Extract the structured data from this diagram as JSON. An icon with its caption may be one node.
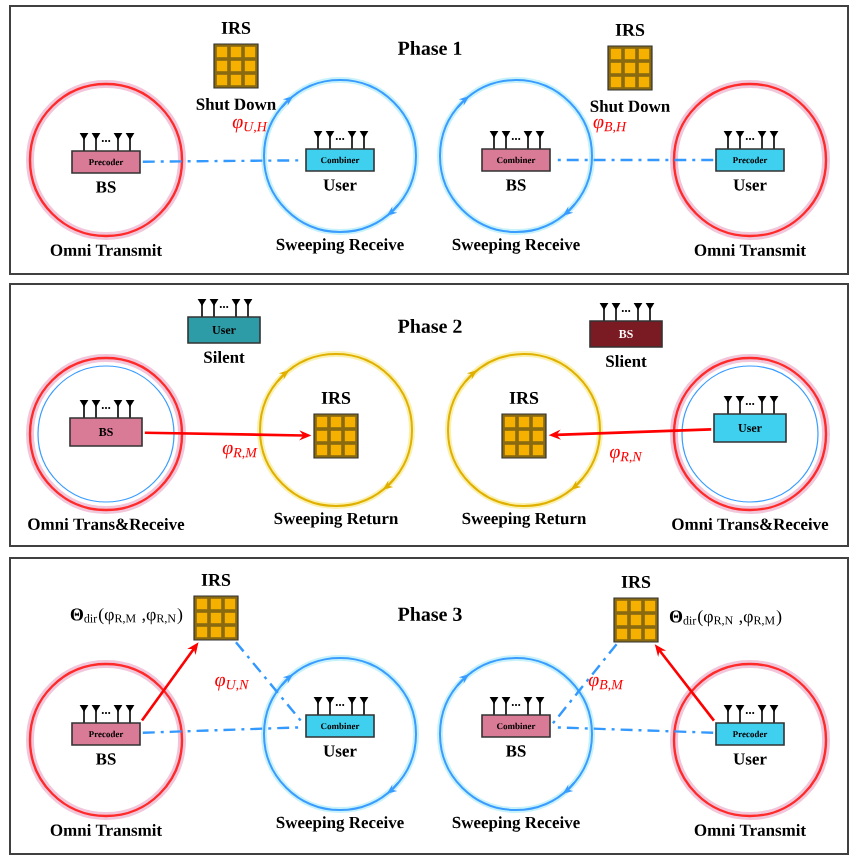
{
  "diagram": {
    "nodes": [
      {
        "text": [
          "Phase 1"
        ]
      },
      {
        "text": [],
        "shape": "circle",
        "in": 0,
        "beside": [
          "Omni Transmit"
        ]
      },
      {
        "text": [
          "Precoder",
          "BS"
        ],
        "in": 1
      },
      {
        "text": [
          "IRS",
          "Shut Down"
        ],
        "in": 0
      },
      {
        "text": [],
        "shape": "circle",
        "in": 0,
        "beside": [
          "Sweeping Receive"
        ]
      },
      {
        "text": [
          "Combiner",
          "User"
        ],
        "in": 4
      },
      {
        "text": [],
        "shape": "circle",
        "in": 0,
        "beside": [
          "Sweeping Receive"
        ]
      },
      {
        "text": [
          "Combiner",
          "BS"
        ],
        "in": 6
      },
      {
        "text": [
          "IRS",
          "Shut Down"
        ],
        "in": 0
      },
      {
        "text": [],
        "shape": "circle",
        "in": 0,
        "beside": [
          "Omni Transmit"
        ]
      },
      {
        "text": [
          "Precoder",
          "User"
        ],
        "in": 9
      },
      {
        "text": [
          "Phase 2"
        ]
      },
      {
        "text": [
          "User",
          "Silent"
        ],
        "in": 11
      },
      {
        "text": [],
        "shape": "circle",
        "in": 11,
        "beside": [
          "Omni Trans&Receive"
        ]
      },
      {
        "text": [
          "BS"
        ],
        "in": 13
      },
      {
        "text": [],
        "shape": "circle",
        "in": 11,
        "beside": [
          "Sweeping Return"
        ]
      },
      {
        "text": [
          "IRS"
        ],
        "in": 15
      },
      {
        "text": [],
        "shape": "circle",
        "in": 11,
        "beside": [
          "Sweeping Return"
        ]
      },
      {
        "text": [
          "IRS"
        ],
        "in": 17
      },
      {
        "text": [
          "BS",
          "Slient"
        ],
        "in": 11
      },
      {
        "text": [],
        "shape": "circle",
        "in": 11,
        "beside": [
          "Omni Trans&Receive"
        ]
      },
      {
        "text": [
          "User"
        ],
        "in": 20
      },
      {
        "text": [
          "Phase 3"
        ]
      },
      {
        "text": [
          "IRS"
        ],
        "in": 22,
        "beside": [
          "**Θ**$_{dir}$(φ$_{R,M}$ ,φ$_{R,N}$)"
        ]
      },
      {
        "text": [],
        "shape": "circle",
        "in": 22,
        "beside": [
          "Omni Transmit"
        ]
      },
      {
        "text": [
          "Precoder",
          "BS"
        ],
        "in": 24
      },
      {
        "text": [],
        "shape": "circle",
        "in": 22,
        "beside": [
          "Sweeping Receive"
        ]
      },
      {
        "text": [
          "Combiner",
          "User"
        ],
        "in": 26
      },
      {
        "text": [
          "IRS"
        ],
        "in": 22,
        "beside": [
          "**Θ**$_{dir}$(φ$_{R,N}$ ,φ$_{R,M}$)"
        ]
      },
      {
        "text": [],
        "shape": "circle",
        "in": 22,
        "beside": [
          "Sweeping Receive"
        ]
      },
      {
        "text": [
          "Combiner",
          "BS"
        ],
        "in": 29
      },
      {
        "text": [],
        "shape": "circle",
        "in": 22,
        "beside": [
          "Omni Transmit"
        ]
      },
      {
        "text": [
          "Precoder",
          "User"
        ],
        "in": 31
      }
    ],
    "edges": [
      {
        "from": 2,
        "to": 5,
        "arrow": "none",
        "style": "dashed",
        "label": "φ$_{U,H}$"
      },
      {
        "from": 10,
        "to": 7,
        "arrow": "none",
        "style": "dashed",
        "label": "φ$_{B,H}$"
      },
      {
        "from": 14,
        "to": 16,
        "arrow": "to",
        "color": "#ff0000",
        "label": "φ$_{R,M}$"
      },
      {
        "from": 21,
        "to": 18,
        "arrow": "to",
        "color": "#ff0000",
        "label": "φ$_{R,N}$"
      },
      {
        "from": 25,
        "to": 23,
        "arrow": "to",
        "color": "#ff0000"
      },
      {
        "from": 23,
        "to": 27,
        "arrow": "none",
        "style": "dashed",
        "label": "φ$_{U,N}$"
      },
      {
        "from": 25,
        "to": 27,
        "arrow": "none",
        "style": "dashed"
      },
      {
        "from": 32,
        "to": 28,
        "arrow": "to",
        "color": "#ff0000"
      },
      {
        "from": 28,
        "to": 30,
        "arrow": "none",
        "style": "dashed",
        "label": "φ$_{B,M}$"
      },
      {
        "from": 32,
        "to": 30,
        "arrow": "none",
        "style": "dashed"
      }
    ]
  }
}
